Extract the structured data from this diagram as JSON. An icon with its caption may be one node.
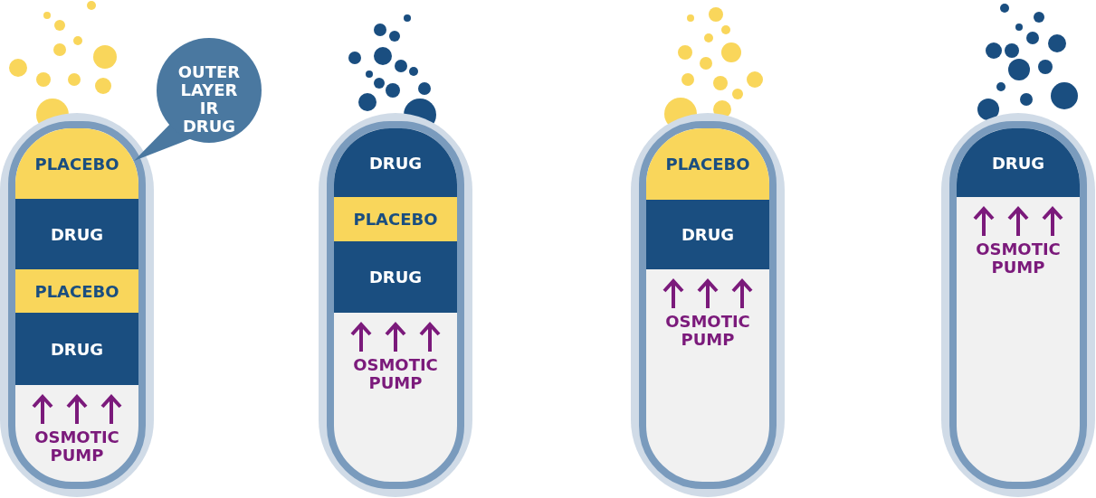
{
  "diagram": {
    "nodes": [
      {
        "text": [],
        "shape": "capsule"
      },
      {
        "text": [
          "PLACEBO"
        ],
        "in": 0
      },
      {
        "text": [
          "DRUG"
        ],
        "in": 0
      },
      {
        "text": [
          "PLACEBO"
        ],
        "in": 0
      },
      {
        "text": [
          "DRUG"
        ],
        "in": 0
      },
      {
        "text": [
          "OSMOTIC PUMP"
        ],
        "in": 0
      },
      {
        "text": [
          "OUTER LAYER IR DRUG"
        ]
      },
      {
        "text": [],
        "shape": "capsule"
      },
      {
        "text": [
          "DRUG"
        ],
        "in": 7
      },
      {
        "text": [
          "PLACEBO"
        ],
        "in": 7
      },
      {
        "text": [
          "DRUG"
        ],
        "in": 7
      },
      {
        "text": [
          "OSMOTIC PUMP"
        ],
        "in": 7
      },
      {
        "text": [],
        "shape": "capsule"
      },
      {
        "text": [
          "PLACEBO"
        ],
        "in": 12
      },
      {
        "text": [
          "DRUG"
        ],
        "in": 12
      },
      {
        "text": [
          "OSMOTIC PUMP"
        ],
        "in": 12
      },
      {
        "text": [],
        "shape": "capsule"
      },
      {
        "text": [
          "DRUG"
        ],
        "in": 16
      },
      {
        "text": [
          "OSMOTIC PUMP"
        ],
        "in": 16
      }
    ],
    "edges": []
  }
}
